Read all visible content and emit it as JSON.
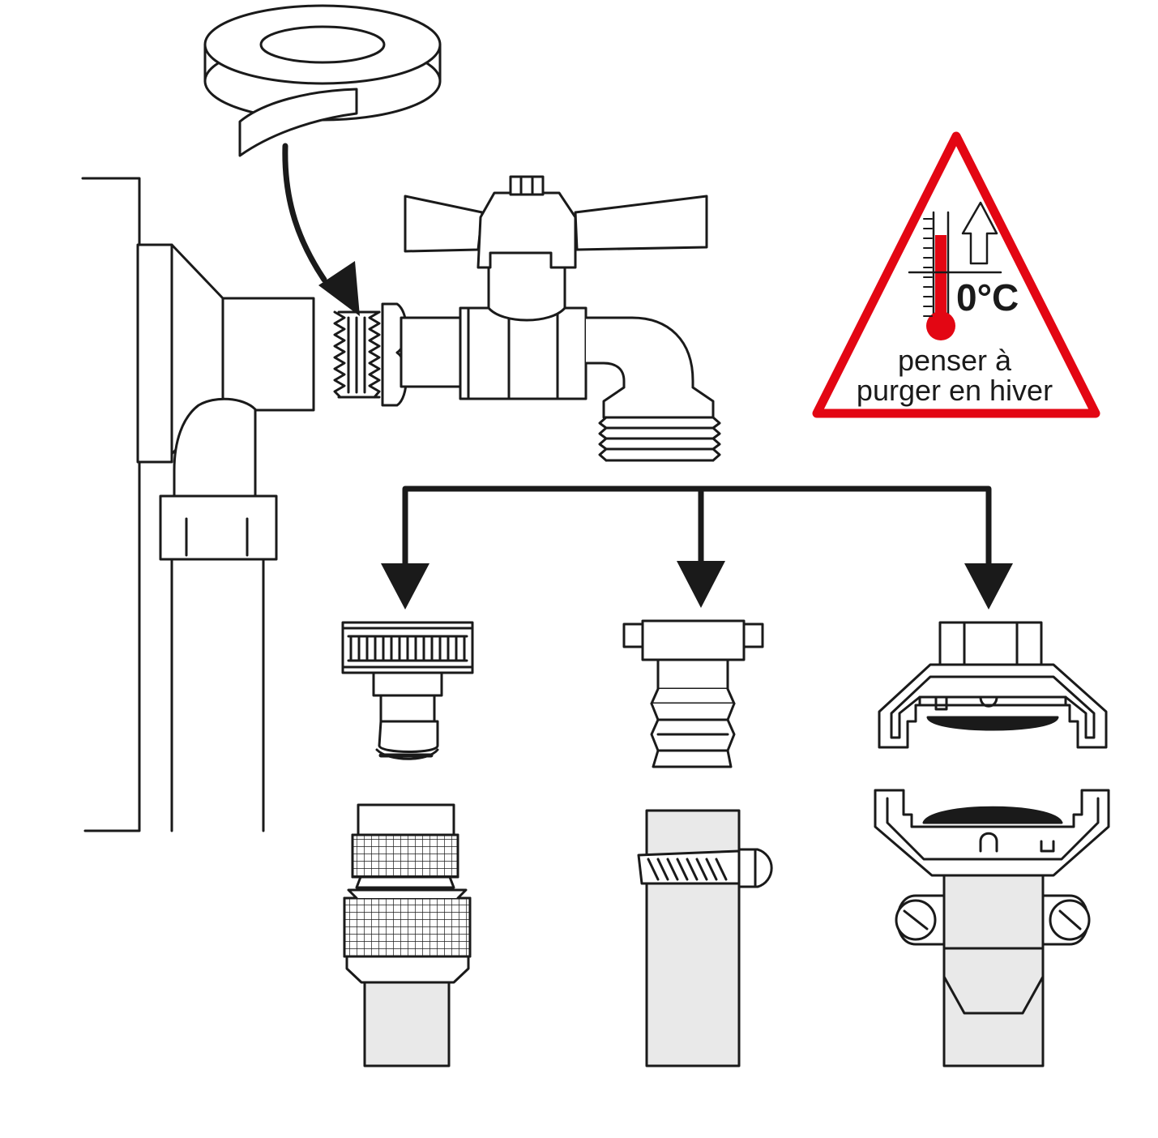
{
  "warning": {
    "temperature": "0°C",
    "line1": "penser à",
    "line2": "purger en hiver"
  },
  "colors": {
    "stroke": "#1a1a1a",
    "pipe_fill": "#e9e9e9",
    "warning_red": "#e30613",
    "thermo_red": "#e30613",
    "background": "#ffffff"
  },
  "icons": [
    "ptfe-tape-roll-icon",
    "wall-elbow-fitting-icon",
    "threaded-nipple-icon",
    "butterfly-tap-icon",
    "frost-warning-icon",
    "thermometer-icon",
    "up-arrow-icon",
    "quick-connector-icon",
    "hose-tail-icon",
    "claw-coupling-icon",
    "quick-connector-hose-end-icon",
    "hose-clamp-icon",
    "claw-coupling-hose-end-icon"
  ]
}
